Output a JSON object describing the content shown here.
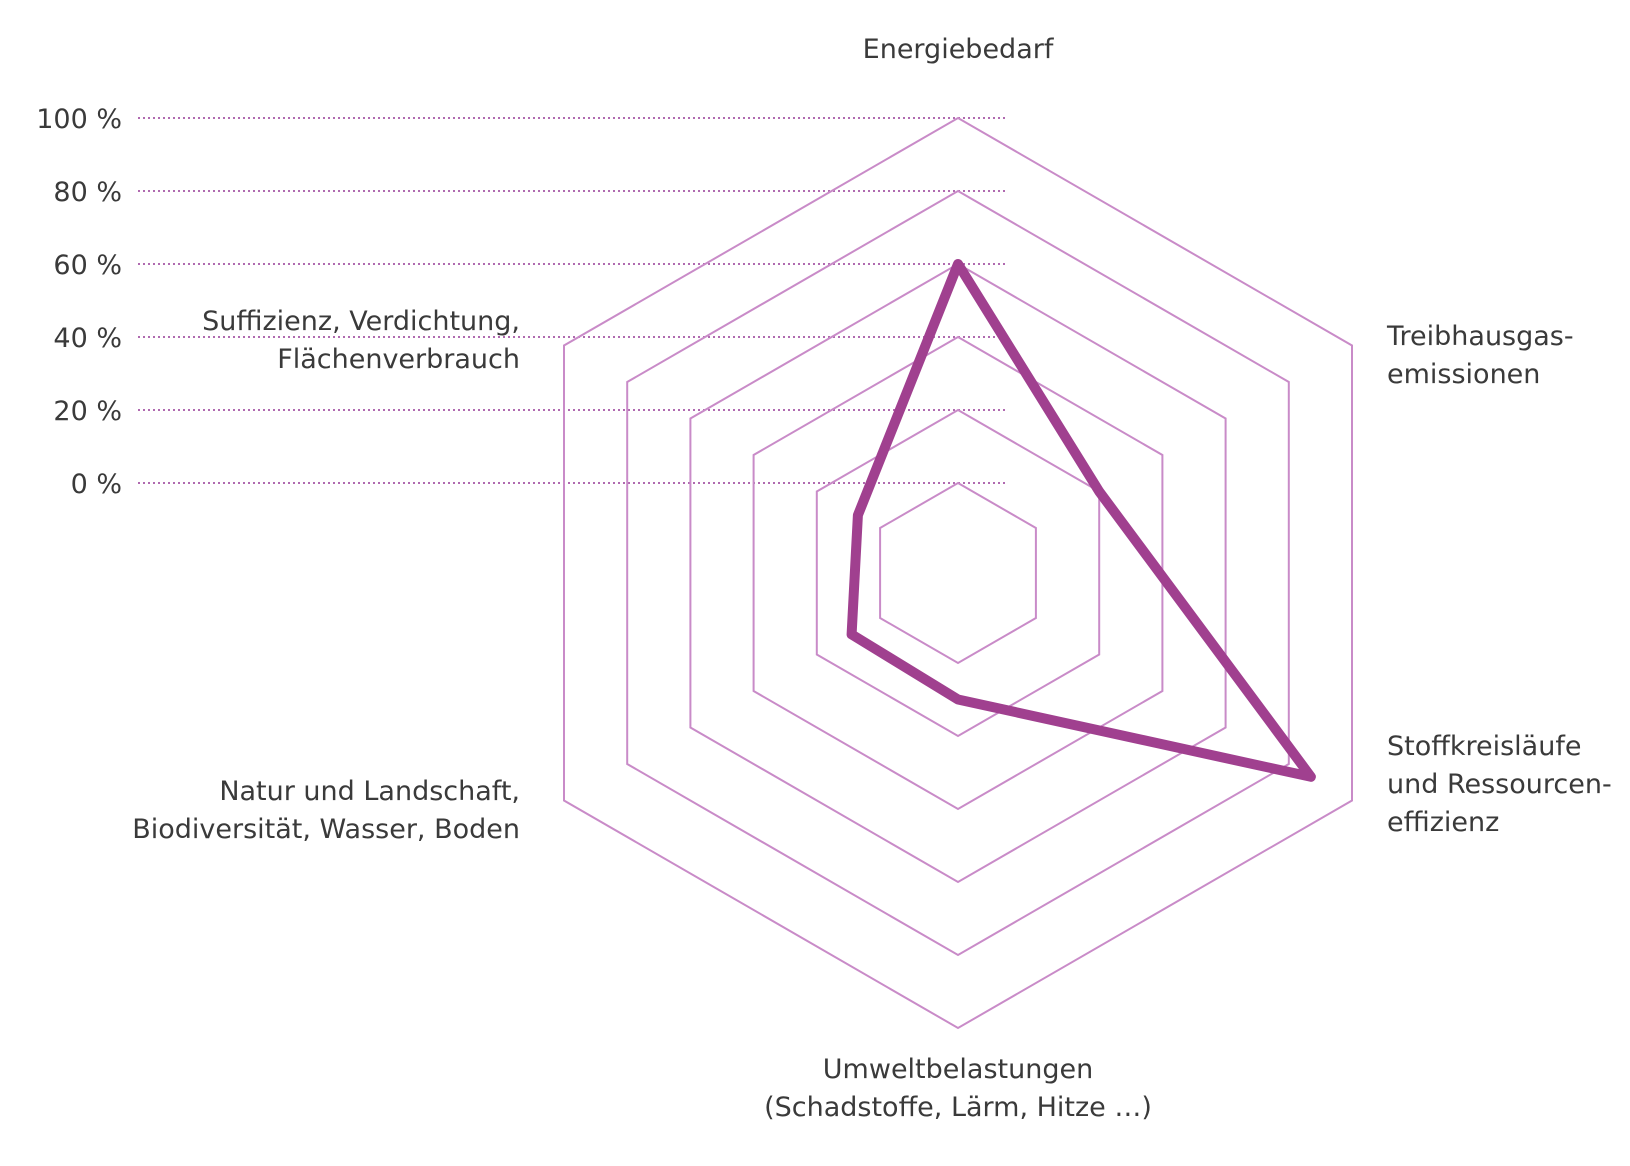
{
  "chart_data": {
    "type": "radar",
    "axes": [
      {
        "label_lines": [
          "Energiebedarf"
        ],
        "value": 60
      },
      {
        "label_lines": [
          "Treibhausgas-",
          "emissionen"
        ],
        "value": 20
      },
      {
        "label_lines": [
          "Stoffkreisläufe",
          "und Ressourcen-",
          "effizienz"
        ],
        "value": 87
      },
      {
        "label_lines": [
          "Umweltbelastungen",
          "(Schadstoffe, Lärm, Hitze …)"
        ],
        "value": 10
      },
      {
        "label_lines": [
          "Natur und Landschaft,",
          "Biodiversität, Wasser, Boden"
        ],
        "value": 9
      },
      {
        "label_lines": [
          "Suffizienz, Verdichtung,",
          "Flächenverbrauch"
        ],
        "value": 7
      }
    ],
    "ticks": [
      "100 %",
      "80 %",
      "60 %",
      "40 %",
      "20 %",
      "0 %"
    ],
    "tick_values": [
      100,
      80,
      60,
      40,
      20,
      0
    ],
    "range": [
      0,
      100
    ],
    "grid": true,
    "colors": {
      "grid": "#c98bc8",
      "series": "#a0408f",
      "guide": "#b06ab0",
      "text": "#3a3a3a"
    }
  }
}
